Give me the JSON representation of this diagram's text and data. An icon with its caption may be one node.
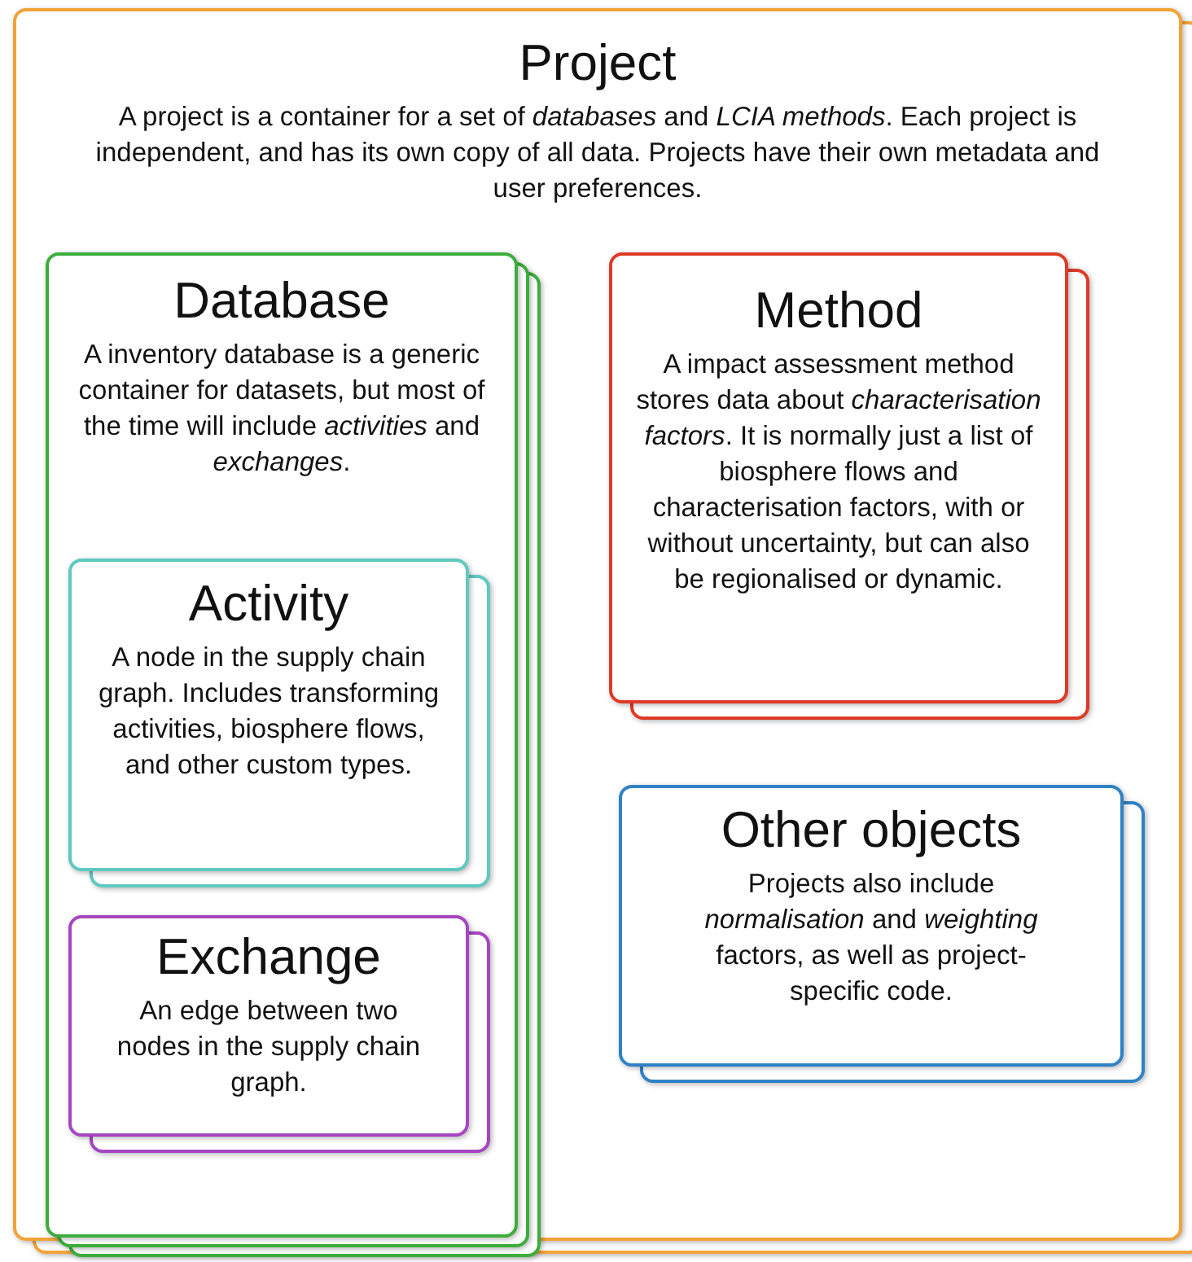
{
  "diagram": {
    "nodes": [
      {
        "text": [
          "Project",
          "A project is a container for a set of *databases* and *LCIA methods*. Each project is independent, and has its own copy of all data. Projects have their own metadata and user preferences."
        ]
      },
      {
        "text": [
          "Database",
          "A inventory database is a generic container for datasets, but most of the time will include *activities* and *exchanges*."
        ],
        "in": 0
      },
      {
        "text": [
          "Activity",
          "A node in the supply chain graph. Includes transforming activities, biosphere flows, and other custom types."
        ],
        "in": 1
      },
      {
        "text": [
          "Exchange",
          "An edge between two nodes in the supply chain graph."
        ],
        "in": 1
      },
      {
        "text": [
          "Method",
          "A impact assessment method stores data about *characterisation factors*. It is normally just a list of biosphere flows and characterisation factors, with or without uncertainty, but can also be regionalised or dynamic."
        ],
        "in": 0
      },
      {
        "text": [
          "Other objects",
          "Projects also include *normalisation* and *weighting* factors, as well as project-specific code."
        ],
        "in": 0
      }
    ]
  }
}
